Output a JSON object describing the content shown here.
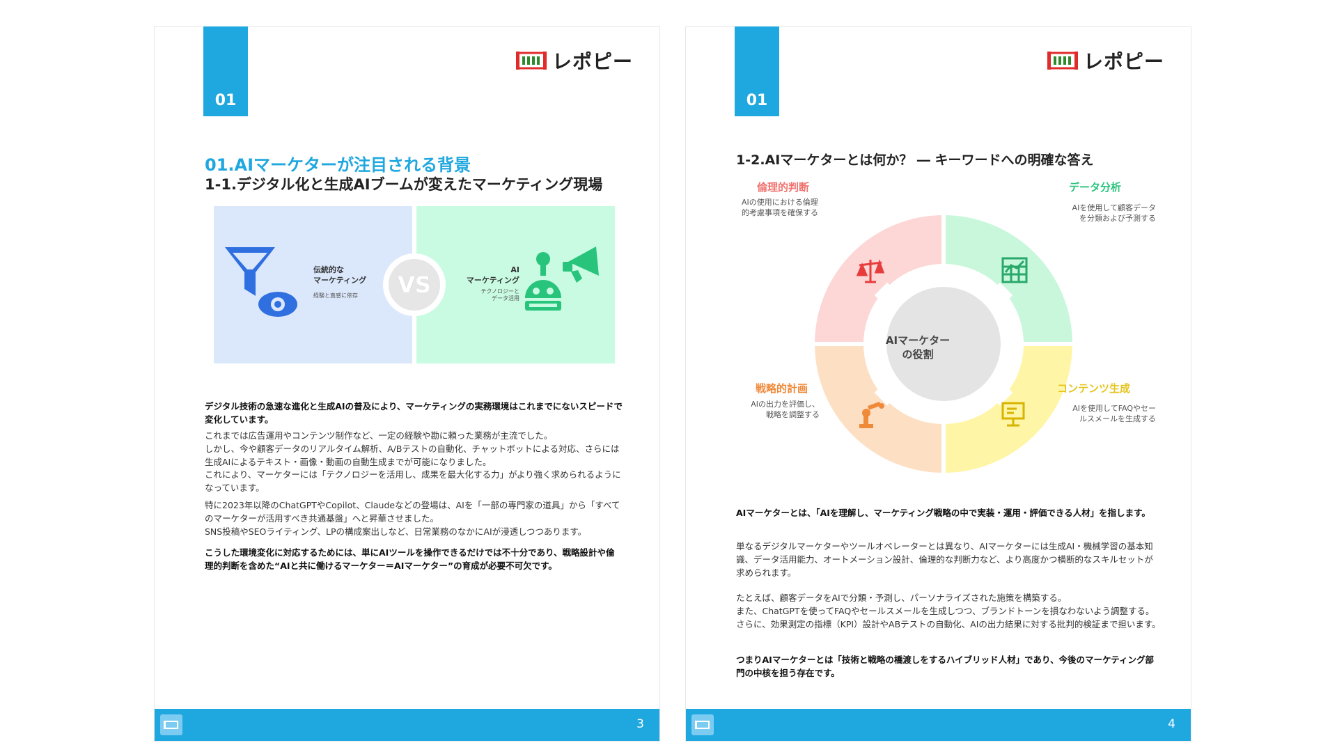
{
  "brand": {
    "logo_text": "レポピー"
  },
  "colors": {
    "accent": "#1fa7df",
    "red": "#f0726f",
    "green": "#29c47c",
    "orange": "#ef8a3a",
    "yellow": "#e6c51e"
  },
  "page3": {
    "chapter": "01",
    "section_title": "01.AIマーケターが注目される背景",
    "subtitle": "1-1.デジタル化と生成AIブームが変えたマーケティング現場",
    "vs": {
      "left_label_1": "伝統的な",
      "left_label_2": "マーケティング",
      "left_sub": "経験と直感に依存",
      "right_label_1": "AI",
      "right_label_2": "マーケティング",
      "right_sub_1": "テクノロジーと",
      "right_sub_2": "データ活用",
      "vs_text": "VS"
    },
    "p1": "デジタル技術の急速な進化と生成AIの普及により、マーケティングの実務環境はこれまでにないスピードで変化しています。",
    "p2_l1": "これまでは広告運用やコンテンツ制作など、一定の経験や勘に頼った業務が主流でした。",
    "p2_l2": "しかし、今や顧客データのリアルタイム解析、A/Bテストの自動化、チャットボットによる対応、さらには生成AIによるテキスト・画像・動画の自動生成までが可能になりました。",
    "p2_l3": "これにより、マーケターには「テクノロジーを活用し、成果を最大化する力」がより強く求められるようになっています。",
    "p3_l1": "特に2023年以降のChatGPTやCopilot、Claudeなどの登場は、AIを「一部の専門家の道具」から「すべてのマーケターが活用すべき共通基盤」へと昇華させました。",
    "p3_l2": "SNS投稿やSEOライティング、LPの構成案出しなど、日常業務のなかにAIが浸透しつつあります。",
    "p4": "こうした環境変化に対応するためには、単にAIツールを操作できるだけでは不十分であり、戦略設計や倫理的判断を含めた“AIと共に働けるマーケター＝AIマーケター”の育成が必要不可欠です。",
    "page_number": "3"
  },
  "page4": {
    "chapter": "01",
    "title": "1-2.AIマーケターとは何か？ ― キーワードへの明確な答え",
    "center_1": "AIマーケター",
    "center_2": "の役割",
    "q_ethics": {
      "title": "倫理的判断",
      "desc_1": "AIの使用における倫理",
      "desc_2": "的考慮事項を確保する"
    },
    "q_data": {
      "title": "データ分析",
      "desc_1": "AIを使用して顧客データ",
      "desc_2": "を分類および予測する"
    },
    "q_strategy": {
      "title": "戦略的計画",
      "desc_1": "AIの出力を評価し、",
      "desc_2": "戦略を調整する"
    },
    "q_content": {
      "title": "コンテンツ生成",
      "desc_1": "AIを使用してFAQやセー",
      "desc_2": "ルスメールを生成する"
    },
    "p1": "AIマーケターとは、「AIを理解し、マーケティング戦略の中で実装・運用・評価できる人材」を指します。",
    "p2": "単なるデジタルマーケターやツールオペレーターとは異なり、AIマーケターには生成AI・機械学習の基本知識、データ活用能力、オートメーション設計、倫理的な判断力など、より高度かつ横断的なスキルセットが求められます。",
    "p3_l1": "たとえば、顧客データをAIで分類・予測し、パーソナライズされた施策を構築する。",
    "p3_l2": "また、ChatGPTを使ってFAQやセールスメールを生成しつつ、ブランドトーンを損なわないよう調整する。さらに、効果測定の指標（KPI）設計やABテストの自動化、AIの出力結果に対する批判的検証まで担います。",
    "p4": "つまりAIマーケターとは「技術と戦略の橋渡しをするハイブリッド人材」であり、今後のマーケティング部門の中核を担う存在です。",
    "page_number": "4"
  }
}
